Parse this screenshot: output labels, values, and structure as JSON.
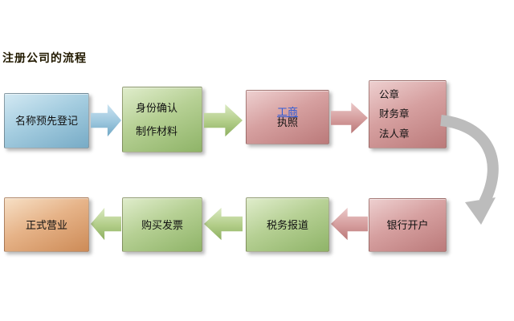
{
  "title": "注册公司的流程",
  "boxes": {
    "name_pre_registration": {
      "label": "名称预先登记"
    },
    "identity_materials": {
      "line1": "身份确认",
      "line2": "制作材料"
    },
    "business_license": {
      "link_text": "工商",
      "suffix": "执照"
    },
    "seals": {
      "line1": "公章",
      "line2": "财务章",
      "line3": "法人章"
    },
    "bank_account": {
      "label": "银行开户"
    },
    "tax_registration": {
      "label": "税务报道"
    },
    "buy_invoices": {
      "label": "购买发票"
    },
    "official_business": {
      "label": "正式营业"
    }
  },
  "colors": {
    "blue_box": "#a5cde0",
    "green_box": "#b6d094",
    "pink_box": "#d6a0a0",
    "orange_box": "#e6b388",
    "link_blue": "#2f5bd7",
    "curve_arrow_gray": "#bcbcbc",
    "background": "#ffffff"
  }
}
